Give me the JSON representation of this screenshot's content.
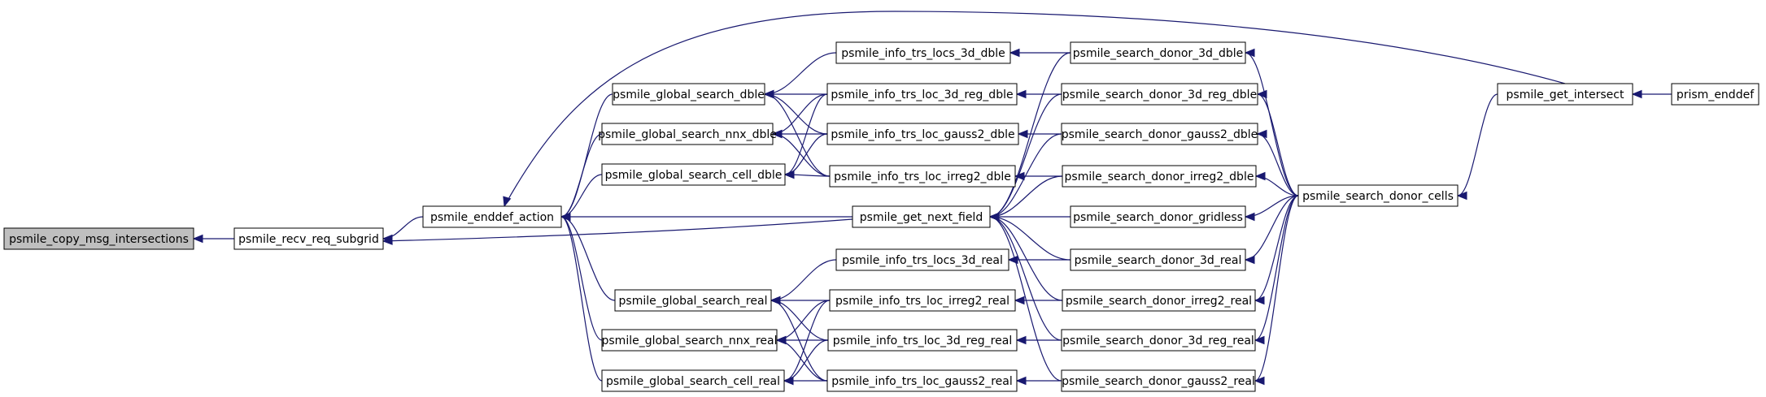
{
  "colors": {
    "edge": "#191970",
    "highlight": "#bfbfbf",
    "node_border": "#000000",
    "background": "#ffffff"
  },
  "nodes": [
    {
      "id": "copy_msg",
      "label": "psmile_copy_msg_intersections",
      "highlight": true
    },
    {
      "id": "recv_req",
      "label": "psmile_recv_req_subgrid"
    },
    {
      "id": "enddef_action",
      "label": "psmile_enddef_action"
    },
    {
      "id": "gs_dble",
      "label": "psmile_global_search_dble"
    },
    {
      "id": "gs_nnx_dble",
      "label": "psmile_global_search_nnx_dble"
    },
    {
      "id": "gs_cell_dble",
      "label": "psmile_global_search_cell_dble"
    },
    {
      "id": "gs_real",
      "label": "psmile_global_search_real"
    },
    {
      "id": "gs_nnx_real",
      "label": "psmile_global_search_nnx_real"
    },
    {
      "id": "gs_cell_real",
      "label": "psmile_global_search_cell_real"
    },
    {
      "id": "locs_3d_dble",
      "label": "psmile_info_trs_locs_3d_dble"
    },
    {
      "id": "loc_3d_reg_dble",
      "label": "psmile_info_trs_loc_3d_reg_dble"
    },
    {
      "id": "loc_gauss2_dble",
      "label": "psmile_info_trs_loc_gauss2_dble"
    },
    {
      "id": "loc_irreg2_dble",
      "label": "psmile_info_trs_loc_irreg2_dble"
    },
    {
      "id": "get_next_field",
      "label": "psmile_get_next_field"
    },
    {
      "id": "locs_3d_real",
      "label": "psmile_info_trs_locs_3d_real"
    },
    {
      "id": "loc_irreg2_real",
      "label": "psmile_info_trs_loc_irreg2_real"
    },
    {
      "id": "loc_3d_reg_real",
      "label": "psmile_info_trs_loc_3d_reg_real"
    },
    {
      "id": "loc_gauss2_real",
      "label": "psmile_info_trs_loc_gauss2_real"
    },
    {
      "id": "sd_3d_dble",
      "label": "psmile_search_donor_3d_dble"
    },
    {
      "id": "sd_3d_reg_dble",
      "label": "psmile_search_donor_3d_reg_dble"
    },
    {
      "id": "sd_gauss2_dble",
      "label": "psmile_search_donor_gauss2_dble"
    },
    {
      "id": "sd_irreg2_dble",
      "label": "psmile_search_donor_irreg2_dble"
    },
    {
      "id": "sd_gridless",
      "label": "psmile_search_donor_gridless"
    },
    {
      "id": "sd_3d_real",
      "label": "psmile_search_donor_3d_real"
    },
    {
      "id": "sd_irreg2_real",
      "label": "psmile_search_donor_irreg2_real"
    },
    {
      "id": "sd_3d_reg_real",
      "label": "psmile_search_donor_3d_reg_real"
    },
    {
      "id": "sd_gauss2_real",
      "label": "psmile_search_donor_gauss2_real"
    },
    {
      "id": "sd_cells",
      "label": "psmile_search_donor_cells"
    },
    {
      "id": "get_intersect",
      "label": "psmile_get_intersect"
    },
    {
      "id": "prism_enddef",
      "label": "prism_enddef"
    }
  ],
  "edges": [
    {
      "from": "recv_req",
      "to": "copy_msg"
    },
    {
      "from": "enddef_action",
      "to": "recv_req"
    },
    {
      "from": "get_next_field",
      "to": "recv_req"
    },
    {
      "from": "gs_dble",
      "to": "enddef_action"
    },
    {
      "from": "gs_nnx_dble",
      "to": "enddef_action"
    },
    {
      "from": "gs_cell_dble",
      "to": "enddef_action"
    },
    {
      "from": "gs_real",
      "to": "enddef_action"
    },
    {
      "from": "gs_nnx_real",
      "to": "enddef_action"
    },
    {
      "from": "gs_cell_real",
      "to": "enddef_action"
    },
    {
      "from": "get_next_field",
      "to": "enddef_action"
    },
    {
      "from": "get_intersect",
      "to": "enddef_action"
    },
    {
      "from": "locs_3d_dble",
      "to": "gs_dble"
    },
    {
      "from": "loc_3d_reg_dble",
      "to": "gs_dble"
    },
    {
      "from": "loc_gauss2_dble",
      "to": "gs_dble"
    },
    {
      "from": "loc_irreg2_dble",
      "to": "gs_dble"
    },
    {
      "from": "loc_3d_reg_dble",
      "to": "gs_nnx_dble"
    },
    {
      "from": "loc_gauss2_dble",
      "to": "gs_nnx_dble"
    },
    {
      "from": "loc_irreg2_dble",
      "to": "gs_nnx_dble"
    },
    {
      "from": "loc_3d_reg_dble",
      "to": "gs_cell_dble"
    },
    {
      "from": "loc_gauss2_dble",
      "to": "gs_cell_dble"
    },
    {
      "from": "loc_irreg2_dble",
      "to": "gs_cell_dble"
    },
    {
      "from": "locs_3d_real",
      "to": "gs_real"
    },
    {
      "from": "loc_irreg2_real",
      "to": "gs_real"
    },
    {
      "from": "loc_3d_reg_real",
      "to": "gs_real"
    },
    {
      "from": "loc_gauss2_real",
      "to": "gs_real"
    },
    {
      "from": "loc_irreg2_real",
      "to": "gs_nnx_real"
    },
    {
      "from": "loc_3d_reg_real",
      "to": "gs_nnx_real"
    },
    {
      "from": "loc_gauss2_real",
      "to": "gs_nnx_real"
    },
    {
      "from": "loc_irreg2_real",
      "to": "gs_cell_real"
    },
    {
      "from": "loc_3d_reg_real",
      "to": "gs_cell_real"
    },
    {
      "from": "loc_gauss2_real",
      "to": "gs_cell_real"
    },
    {
      "from": "sd_3d_dble",
      "to": "locs_3d_dble"
    },
    {
      "from": "sd_3d_reg_dble",
      "to": "loc_3d_reg_dble"
    },
    {
      "from": "sd_gauss2_dble",
      "to": "loc_gauss2_dble"
    },
    {
      "from": "sd_irreg2_dble",
      "to": "loc_irreg2_dble"
    },
    {
      "from": "sd_3d_real",
      "to": "locs_3d_real"
    },
    {
      "from": "sd_irreg2_real",
      "to": "loc_irreg2_real"
    },
    {
      "from": "sd_3d_reg_real",
      "to": "loc_3d_reg_real"
    },
    {
      "from": "sd_gauss2_real",
      "to": "loc_gauss2_real"
    },
    {
      "from": "sd_3d_dble",
      "to": "get_next_field"
    },
    {
      "from": "sd_3d_reg_dble",
      "to": "get_next_field"
    },
    {
      "from": "sd_gauss2_dble",
      "to": "get_next_field"
    },
    {
      "from": "sd_irreg2_dble",
      "to": "get_next_field"
    },
    {
      "from": "sd_gridless",
      "to": "get_next_field"
    },
    {
      "from": "sd_3d_real",
      "to": "get_next_field"
    },
    {
      "from": "sd_irreg2_real",
      "to": "get_next_field"
    },
    {
      "from": "sd_3d_reg_real",
      "to": "get_next_field"
    },
    {
      "from": "sd_gauss2_real",
      "to": "get_next_field"
    },
    {
      "from": "sd_cells",
      "to": "sd_3d_dble"
    },
    {
      "from": "sd_cells",
      "to": "sd_3d_reg_dble"
    },
    {
      "from": "sd_cells",
      "to": "sd_gauss2_dble"
    },
    {
      "from": "sd_cells",
      "to": "sd_irreg2_dble"
    },
    {
      "from": "sd_cells",
      "to": "sd_gridless"
    },
    {
      "from": "sd_cells",
      "to": "sd_3d_real"
    },
    {
      "from": "sd_cells",
      "to": "sd_irreg2_real"
    },
    {
      "from": "sd_cells",
      "to": "sd_3d_reg_real"
    },
    {
      "from": "sd_cells",
      "to": "sd_gauss2_real"
    },
    {
      "from": "get_intersect",
      "to": "sd_cells"
    },
    {
      "from": "prism_enddef",
      "to": "get_intersect"
    }
  ]
}
